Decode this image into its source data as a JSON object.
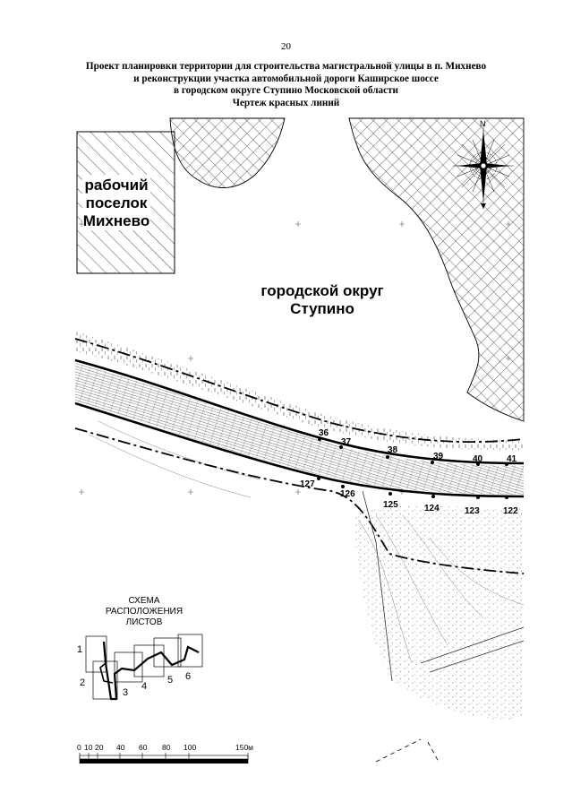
{
  "page_number": "20",
  "title_lines": [
    "Проект планировки территории для строительства магистральной улицы в п. Михнево",
    "и реконструкции участка автомобильной дороги Каширское шоссе",
    "в городском округе Ступино Московской области",
    "Чертеж красных линий"
  ],
  "labels": {
    "settlement": [
      "рабочий",
      "поселок",
      "Михнево"
    ],
    "district": [
      "городской округ",
      "Ступино"
    ],
    "compass_n": "N"
  },
  "points_top": [
    {
      "id": "36"
    },
    {
      "id": "37"
    },
    {
      "id": "38"
    },
    {
      "id": "39"
    },
    {
      "id": "40"
    },
    {
      "id": "41"
    }
  ],
  "points_bottom": [
    {
      "id": "127"
    },
    {
      "id": "126"
    },
    {
      "id": "125"
    },
    {
      "id": "124"
    },
    {
      "id": "123"
    },
    {
      "id": "122"
    }
  ],
  "scheme": {
    "title_lines": [
      "СХЕМА",
      "РАСПОЛОЖЕНИЯ",
      "ЛИСТОВ"
    ],
    "sheets": [
      "1",
      "2",
      "3",
      "4",
      "5",
      "6"
    ]
  },
  "scale": {
    "ticks": [
      "0",
      "10",
      "20",
      "40",
      "60",
      "80",
      "100",
      "150м"
    ]
  }
}
